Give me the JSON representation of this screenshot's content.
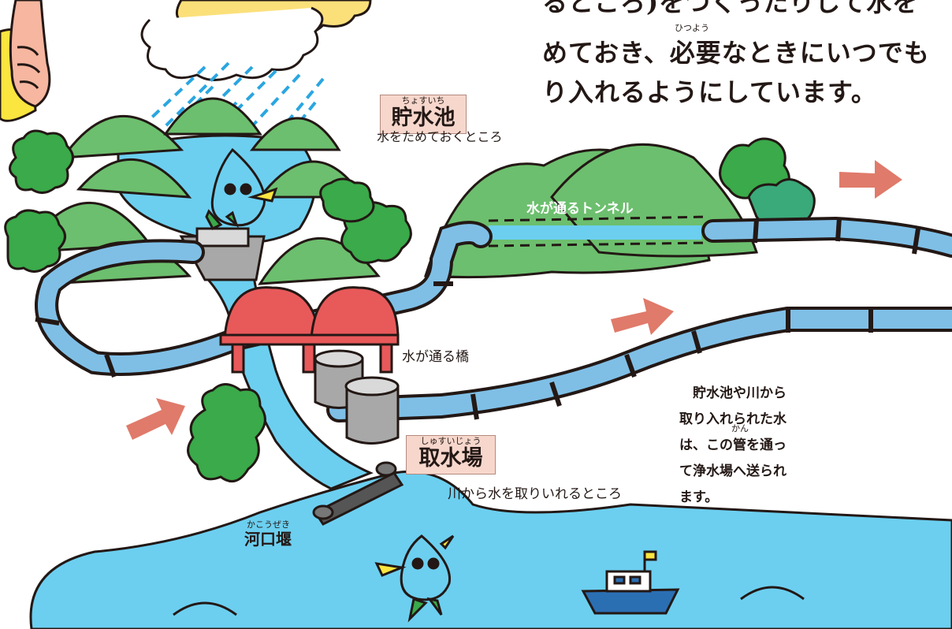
{
  "intro": {
    "lines": [
      "るところ)をつくったりして水を",
      "めておき、必要なときにいつでも",
      "り入れるようにしています。"
    ],
    "ruby_hitsuyou": "ひつよう"
  },
  "labels": {
    "reservoir": {
      "ruby": "ちょすいち",
      "title": "貯水池",
      "desc": "水をためておくところ"
    },
    "tunnel": {
      "text": "水が通るトンネル"
    },
    "bridge": {
      "text": "水が通る橋"
    },
    "intake": {
      "ruby": "しゅすいじょう",
      "title": "取水場",
      "desc": "川から水を取りいれるところ"
    },
    "weir": {
      "ruby": "かこうぜき",
      "title": "河口堰"
    }
  },
  "note": {
    "lines": [
      "　貯水池や川から",
      "取り入れられた水",
      "は、この管を通っ",
      "て浄水場へ送られ",
      "ます。"
    ],
    "ruby_kan": "かん"
  },
  "colors": {
    "water": "#6ccff0",
    "pipe": "#7fbfe6",
    "hill": "#6cbf6e",
    "tree": "#3aaa4a",
    "arrow": "#e07a6a",
    "bridge": "#e8595a",
    "label_bg": "#f7d7cc"
  }
}
